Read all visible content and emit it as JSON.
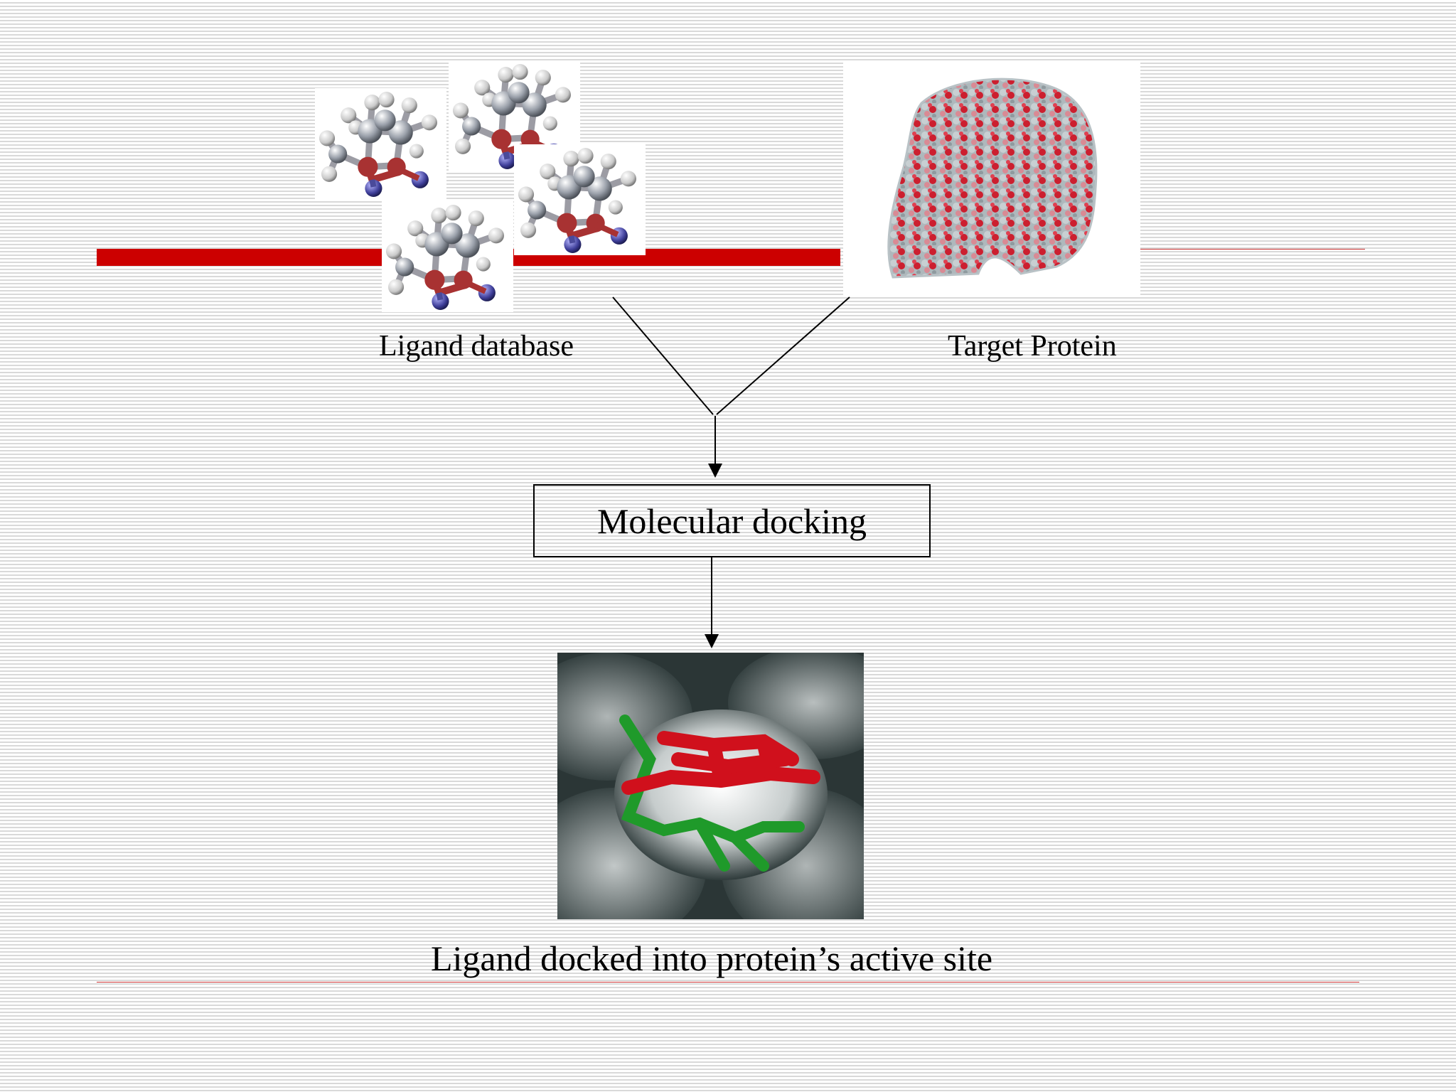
{
  "labels": {
    "ligand_database": "Ligand database",
    "target_protein": "Target Protein",
    "molecular_docking": "Molecular docking",
    "result": "Ligand docked into protein’s active site"
  },
  "colors": {
    "accent_red": "#cc0000",
    "ligand_carbon": "#8a8f9a",
    "ligand_nitrogen": "#4a4a9a",
    "ligand_oxygen": "#a83232",
    "protein_red": "#cc1f2f",
    "protein_grey": "#a9b3b8",
    "docked_red": "#d0101c",
    "docked_green": "#1f9a2a",
    "surface_dark": "#2f3b3b"
  }
}
